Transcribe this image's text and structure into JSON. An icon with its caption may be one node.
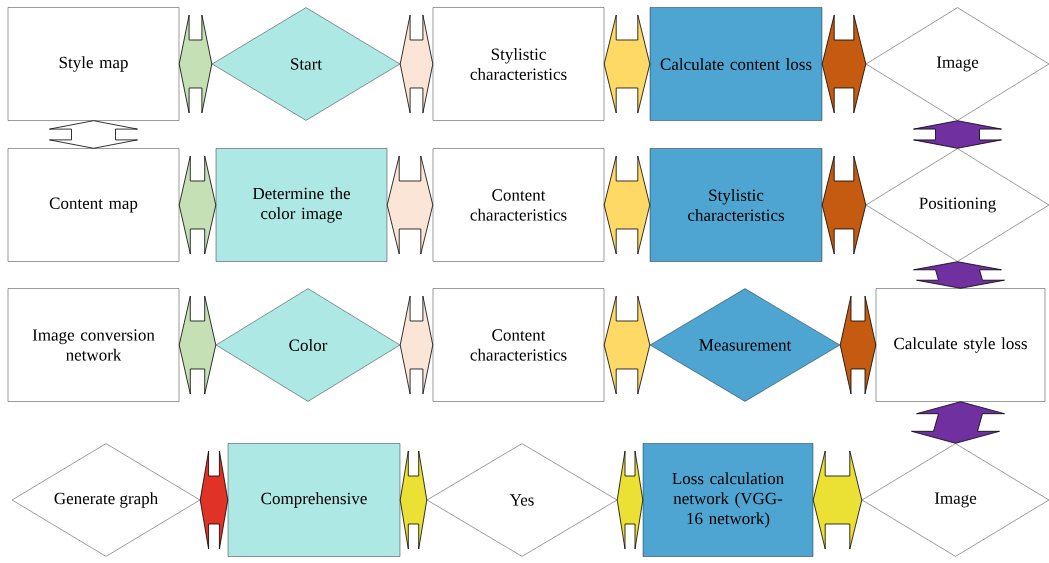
{
  "diagram": {
    "nodes": [
      {
        "text": [
          "Style map"
        ]
      },
      {
        "text": [
          "Start"
        ]
      },
      {
        "text": [
          "Stylistic characteristics"
        ]
      },
      {
        "text": [
          "Calculate content loss"
        ]
      },
      {
        "text": [
          "Image"
        ]
      },
      {
        "text": [
          "Content map"
        ]
      },
      {
        "text": [
          "Determine the color image"
        ]
      },
      {
        "text": [
          "Content characteristics"
        ]
      },
      {
        "text": [
          "Stylistic characteristics"
        ]
      },
      {
        "text": [
          "Positioning"
        ]
      },
      {
        "text": [
          "Image conversion network"
        ]
      },
      {
        "text": [
          "Color"
        ]
      },
      {
        "text": [
          "Content characteristics"
        ]
      },
      {
        "text": [
          "Measurement"
        ]
      },
      {
        "text": [
          "Calculate style loss"
        ]
      },
      {
        "text": [
          "Generate graph"
        ]
      },
      {
        "text": [
          "Comprehensive"
        ]
      },
      {
        "text": [
          "Yes"
        ]
      },
      {
        "text": [
          "Loss calculation network (VGG-16 network)"
        ]
      },
      {
        "text": [
          "Image"
        ]
      }
    ],
    "edges": [
      {
        "from": 0,
        "to": 1,
        "arrow": "both",
        "color": "#c5e0b4"
      },
      {
        "from": 1,
        "to": 2,
        "arrow": "both",
        "color": "#fbe5d6"
      },
      {
        "from": 2,
        "to": 3,
        "arrow": "both",
        "color": "#ffd966"
      },
      {
        "from": 3,
        "to": 4,
        "arrow": "both",
        "color": "#c55a11"
      },
      {
        "from": 0,
        "to": 5,
        "arrow": "both",
        "color": "#ffffff"
      },
      {
        "from": 4,
        "to": 9,
        "arrow": "both",
        "color": "#7030a0"
      },
      {
        "from": 5,
        "to": 6,
        "arrow": "both",
        "color": "#c5e0b4"
      },
      {
        "from": 6,
        "to": 7,
        "arrow": "both",
        "color": "#fbe5d6"
      },
      {
        "from": 7,
        "to": 8,
        "arrow": "both",
        "color": "#ffd966"
      },
      {
        "from": 8,
        "to": 9,
        "arrow": "both",
        "color": "#c55a11"
      },
      {
        "from": 9,
        "to": 14,
        "arrow": "both",
        "color": "#7030a0"
      },
      {
        "from": 10,
        "to": 11,
        "arrow": "both",
        "color": "#c5e0b4"
      },
      {
        "from": 11,
        "to": 12,
        "arrow": "both",
        "color": "#fbe5d6"
      },
      {
        "from": 12,
        "to": 13,
        "arrow": "both",
        "color": "#ffd966"
      },
      {
        "from": 13,
        "to": 14,
        "arrow": "both",
        "color": "#c55a11"
      },
      {
        "from": 14,
        "to": 19,
        "arrow": "both",
        "color": "#7030a0"
      },
      {
        "from": 15,
        "to": 16,
        "arrow": "both",
        "color": "#e03226"
      },
      {
        "from": 16,
        "to": 17,
        "arrow": "both",
        "color": "#ebe134"
      },
      {
        "from": 17,
        "to": 18,
        "arrow": "both",
        "color": "#ebe134"
      },
      {
        "from": 18,
        "to": 19,
        "arrow": "both",
        "color": "#ebe134"
      }
    ]
  }
}
